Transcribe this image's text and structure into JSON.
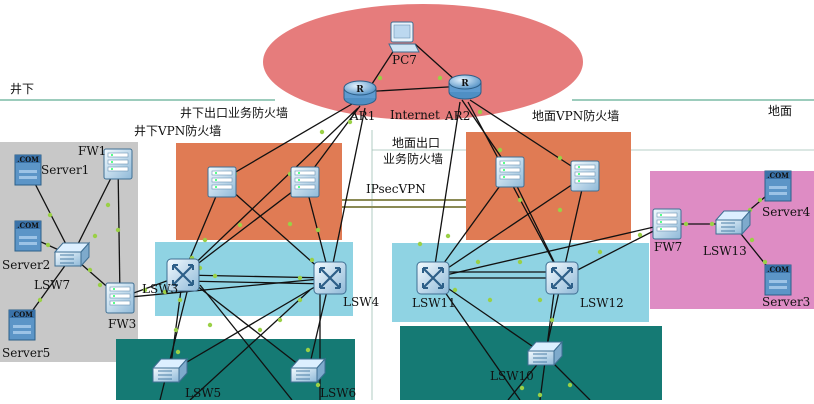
{
  "zones": {
    "underground": "井下",
    "ground": "地面"
  },
  "labels": {
    "pc7": "PC7",
    "ar1": "AR1",
    "ar2": "AR2",
    "internet": "Internet",
    "ug_exit_fw": "井下出口业务防火墙",
    "ug_vpn_fw": "井下VPN防火墙",
    "gd_exit_fw_line1": "地面出口",
    "gd_exit_fw_line2": "业务防火墙",
    "gd_vpn_fw": "地面VPN防火墙",
    "ipsec_vpn": "IPsecVPN",
    "fw1": "FW1",
    "fw3": "FW3",
    "fw7": "FW7",
    "server1": "Server1",
    "server2": "Server2",
    "server5": "Server5",
    "server4": "Server4",
    "server3": "Server3",
    "lsw3": "LSW3",
    "lsw4": "LSW4",
    "lsw5": "LSW5",
    "lsw6": "LSW6",
    "lsw7": "LSW7",
    "lsw10": "LSW10",
    "lsw11": "LSW11",
    "lsw12": "LSW12",
    "lsw13": "LSW13",
    "com_badge": ".COM"
  },
  "colors": {
    "internet_zone": "#e67c7c",
    "firewall_zone": "#e07b54",
    "core_zone": "#8fd3e3",
    "access_zone": "#157a74",
    "server_zone_left": "#c8c8c8",
    "server_zone_right": "#de8cc4",
    "link": "#111111",
    "port_dot": "#9ad046",
    "ipsec_link": "#8a8a55",
    "divider": "#3a9a78"
  }
}
